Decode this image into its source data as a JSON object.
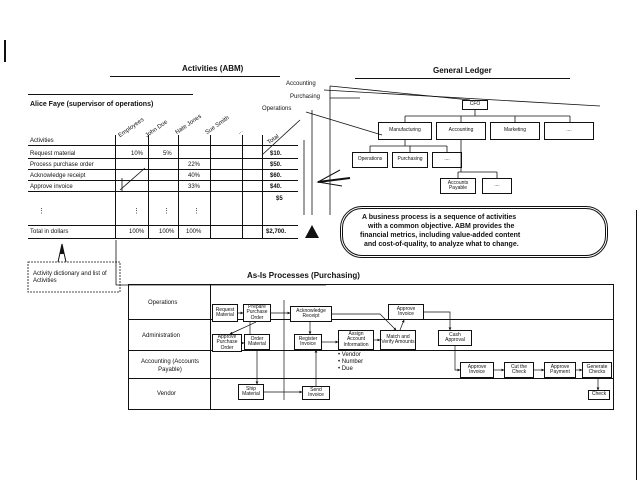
{
  "activities": {
    "title": "Activities (ABM)",
    "supervisor": "Alice Faye (supervisor of operations)",
    "employees": [
      "Employees",
      "John Doe",
      "Nate Jones",
      "Sue Smith",
      "..."
    ],
    "total_header": "Total",
    "rows_header": "Activities",
    "rows": [
      {
        "name": "Request material",
        "pct": "10%",
        "pct2": "5%",
        "total": "$10."
      },
      {
        "name": "Process purchase order",
        "pct": "",
        "pct2": "22%",
        "total": "$50."
      },
      {
        "name": "Acknowledge receipt",
        "pct": "",
        "pct2": "40%",
        "total": "$60."
      },
      {
        "name": "Approve invoice",
        "pct": "",
        "pct2": "33%",
        "total": "$40."
      },
      {
        "name": "",
        "pct": "",
        "pct2": "",
        "total": "$5"
      }
    ],
    "totals_label": "Total in dollars",
    "totals": [
      "100%",
      "100%",
      "100%"
    ],
    "grand_total": "$2,700.",
    "dictionary_note": "Activity dictionary and list of Activities"
  },
  "ledger": {
    "title": "General Ledger",
    "accounting": "Accounting",
    "purchasing": "Purchasing",
    "operations": "Operations",
    "cfo": "CFO",
    "depts": [
      "Manufacturing",
      "Accounting",
      "Marketing",
      "...."
    ],
    "subdepts": [
      "Operations",
      "Purchasing",
      "...."
    ],
    "payable": "Accounts Payable",
    "payable_more": "...."
  },
  "callout": {
    "line1": "A business process is a sequence of activities",
    "line2": "with a common objective. ABM provides the",
    "line3": "financial metrics, including value-added content",
    "line4": "and cost-of-quality, to analyze what to change."
  },
  "process": {
    "title": "As-Is Processes (Purchasing)",
    "lanes": [
      "Operations",
      "Administration",
      "Accounting (Accounts Payable)",
      "Vendor"
    ],
    "steps": {
      "request_material": "Request Material",
      "prepare_po": "Prepare Purchase Order",
      "approve_po": "Approve Purchase Order",
      "order_material": "Order Material",
      "acknowledge_receipt": "Acknowledge Receipt",
      "register_invoice": "Register Invoice",
      "assign_account": "Assign Account Information",
      "match_verify": "Match and Verify Amounts",
      "approve_invoice_top": "Approve Invoice",
      "cash_approval": "Cash Approval",
      "approve_invoice": "Approve Invoice",
      "cut_check": "Cut the Check",
      "approve_payment": "Approve Payment",
      "generate_check": "Generate Checks",
      "check": "Check",
      "ship_material": "Ship Material",
      "send_invoice": "Send Invoice",
      "vendor_info": "• Vendor\n• Number\n• Due"
    }
  }
}
